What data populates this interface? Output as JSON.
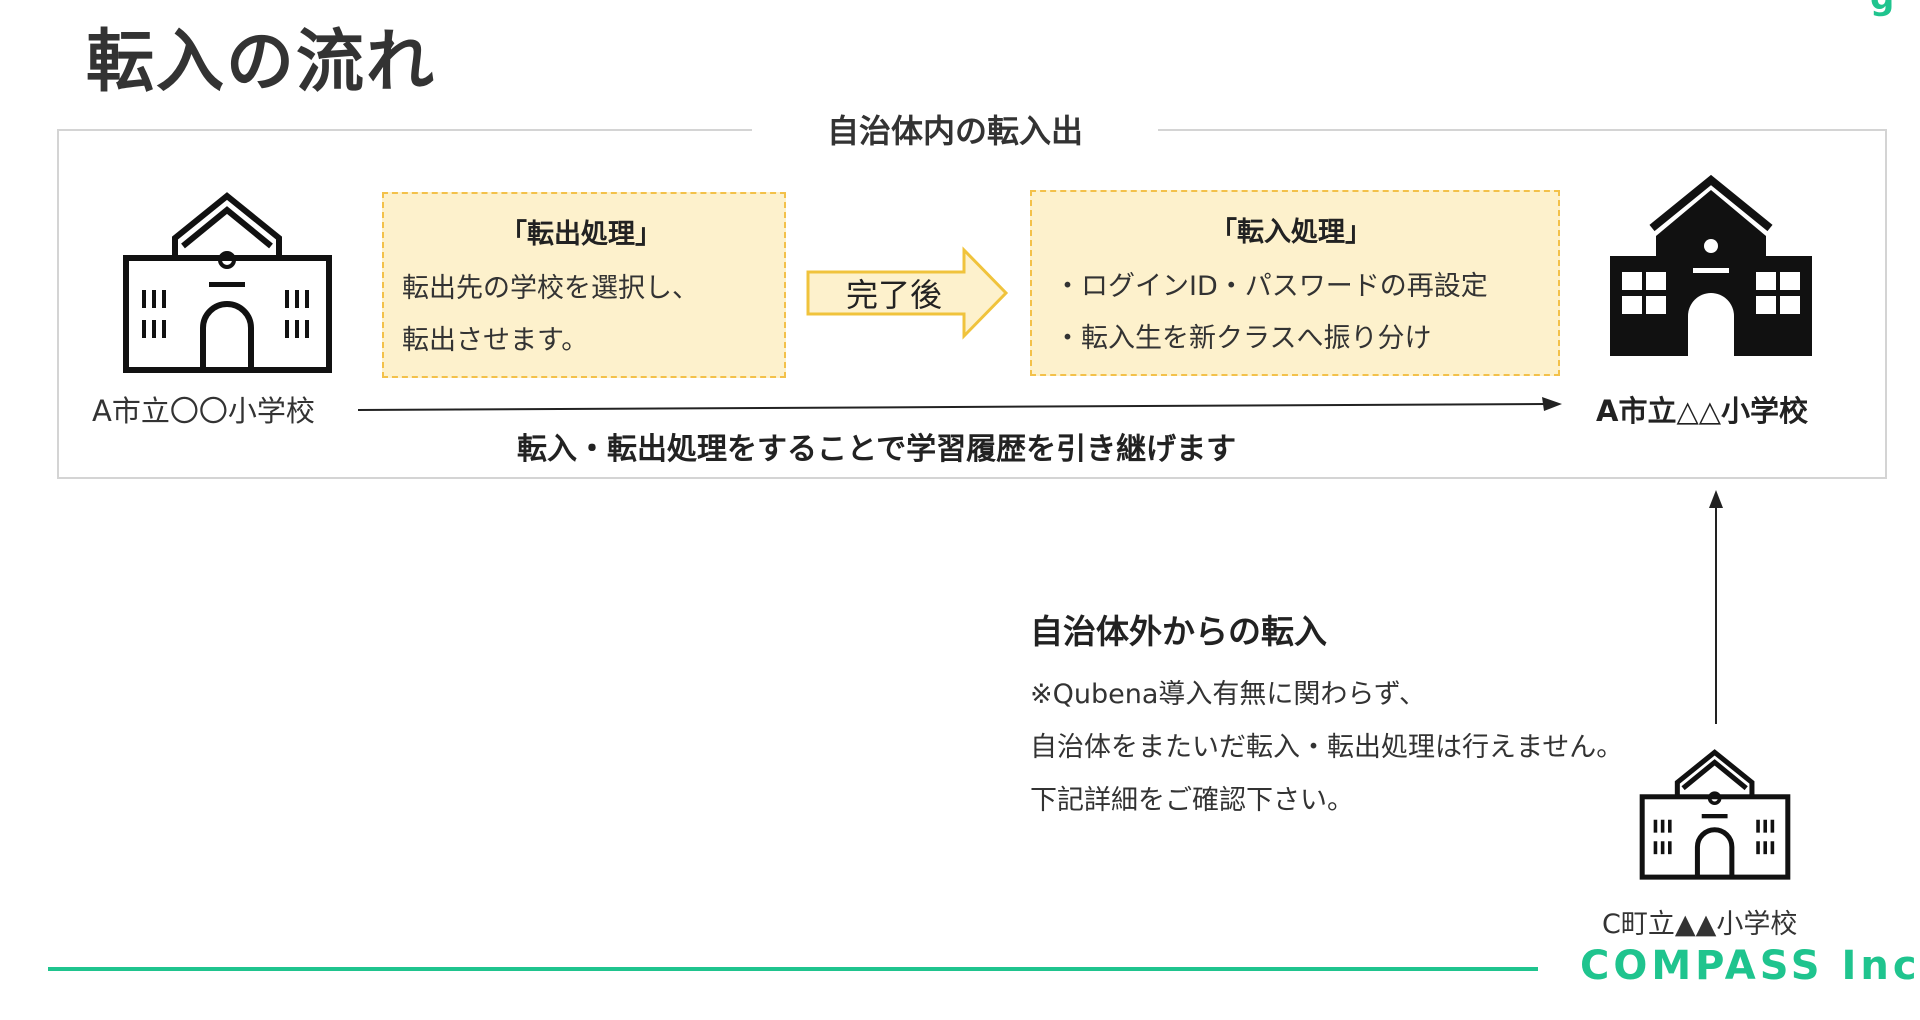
{
  "page": {
    "title": "転入の流れ",
    "corner_mark": "g"
  },
  "internal": {
    "frame_title": "自治体内の転入出",
    "source_school": "A市立〇〇小学校",
    "target_school": "A市立△△小学校",
    "transfer_out": {
      "title": "「転出処理」",
      "lines": [
        "転出先の学校を選択し、",
        "転出させます。"
      ]
    },
    "arrow_label": "完了後",
    "transfer_in": {
      "title": "「転入処理」",
      "lines": [
        "・ログインID・パスワードの再設定",
        "・転入生を新クラスへ振り分け"
      ]
    },
    "caption": "転入・転出処理をすることで学習履歴を引き継げます"
  },
  "external": {
    "title": "自治体外からの転入",
    "lines": [
      "※Qubena導入有無に関わらず、",
      "自治体をまたいだ転入・転出処理は行えません。",
      "下記詳細をご確認下さい。"
    ],
    "school": "C町立▲▲小学校"
  },
  "footer": {
    "brand": "COMPASS Inc."
  },
  "colors": {
    "accent_green": "#1fc48e",
    "box_fill": "#fdf1cc",
    "box_border": "#f3c14a",
    "arrow_fill": "#fdf1cc",
    "arrow_border": "#f0c33c"
  }
}
